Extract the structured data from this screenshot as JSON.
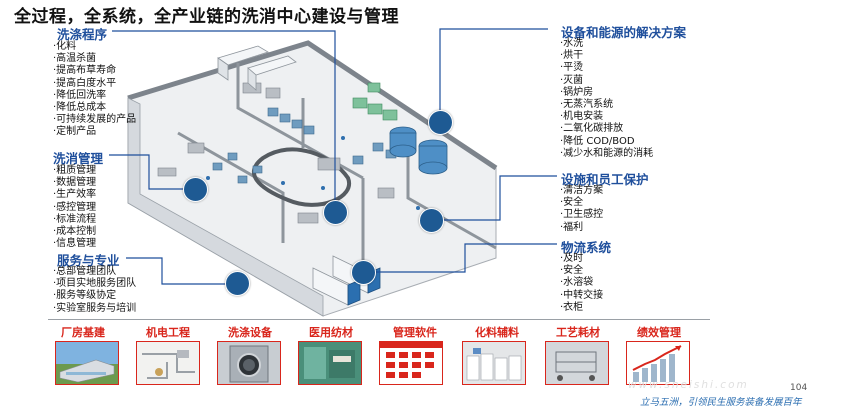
{
  "header": {
    "title": "全过程，全系统，全产业链的洗消中心建设与管理"
  },
  "sections": {
    "washing_program": {
      "title": "洗涤程序",
      "items": [
        "·化料",
        "·高温杀菌",
        "·提高布草寿命",
        "·提高白度水平",
        "·降低回洗率",
        "·降低总成本",
        "·可持续发展的产品",
        "·定制产品"
      ]
    },
    "washing_management": {
      "title": "洗消管理",
      "items": [
        "·粗质管理",
        "·数据管理",
        "·生产效率",
        "·感控管理",
        "·标准流程",
        "·成本控制",
        "·信息管理"
      ]
    },
    "service_professional": {
      "title": "服务与专业",
      "items": [
        "·总部管理团队",
        "·项目实地服务团队",
        "·服务等级协定",
        "·实验室服务与培训"
      ]
    },
    "equipment_energy": {
      "title": "设备和能源的解决方案",
      "items": [
        "·水洗",
        "·烘干",
        "·平烫",
        "·灭菌",
        "·锅炉房",
        "·无蒸汽系统",
        "·机电安装",
        "·二氧化碳排放",
        "·降低 COD/BOD",
        "·减少水和能源的消耗"
      ]
    },
    "facility_staff": {
      "title": "设施和员工保护",
      "items": [
        "·清洁方案",
        "·安全",
        "·卫生感控",
        "·福利"
      ]
    },
    "logistics": {
      "title": "物流系统",
      "items": [
        "·及时",
        "·安全",
        "·水溶袋",
        "·中转交接",
        "·衣柜"
      ]
    }
  },
  "categories": [
    {
      "label": "厂房基建",
      "icon": "factory-building-photo"
    },
    {
      "label": "机电工程",
      "icon": "mep-engineering-photo"
    },
    {
      "label": "洗涤设备",
      "icon": "washing-machine-photo"
    },
    {
      "label": "医用纺材",
      "icon": "medical-textile-photo"
    },
    {
      "label": "管理软件",
      "icon": "management-software-photo"
    },
    {
      "label": "化料辅料",
      "icon": "chemical-supplies-photo"
    },
    {
      "label": "工艺耗材",
      "icon": "process-consumables-photo"
    },
    {
      "label": "绩效管理",
      "icon": "performance-chart-photo"
    }
  ],
  "footer": {
    "site": "www.sneishi.com",
    "slogan": "立马五洲，引领民生服务装备发展百年",
    "page": "104"
  },
  "colors": {
    "accent": "#1f4f9c",
    "dot": "#1e5a93",
    "category": "#d9261c"
  }
}
